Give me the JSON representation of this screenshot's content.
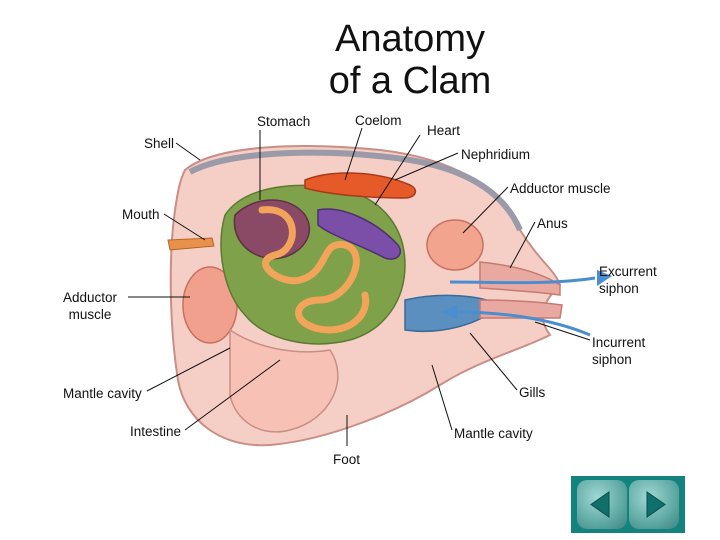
{
  "title_line1": "Anatomy",
  "title_line2": "of a Clam",
  "labels": {
    "stomach": "Stomach",
    "coelom": "Coelom",
    "heart": "Heart",
    "shell": "Shell",
    "nephridium": "Nephridium",
    "adductor_muscle_right": "Adductor muscle",
    "mouth": "Mouth",
    "anus": "Anus",
    "excurrent_1": "Excurrent",
    "excurrent_2": "siphon",
    "adductor_left_1": "Adductor",
    "adductor_left_2": "muscle",
    "incurrent_1": "Incurrent",
    "incurrent_2": "siphon",
    "mantle_cavity_left": "Mantle cavity",
    "gills": "Gills",
    "intestine": "Intestine",
    "mantle_cavity_bottom": "Mantle cavity",
    "foot": "Foot"
  },
  "nav": {
    "back_icon": "triangle-left-icon",
    "forward_icon": "triangle-right-icon",
    "bar_color": "#13837f"
  }
}
